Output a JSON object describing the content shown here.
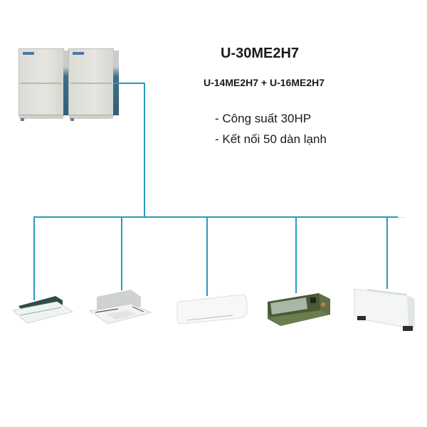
{
  "model": {
    "title": "U-30ME2H7",
    "combination": "U-14ME2H7 + U-16ME2H7",
    "specs": [
      "- Công suất 30HP",
      "- Kết nối 50 dàn lạnh"
    ]
  },
  "outdoor_units": [
    {
      "label": "outdoor-unit-1"
    },
    {
      "label": "outdoor-unit-2"
    }
  ],
  "indoor_units": [
    {
      "type": "1-way-cassette"
    },
    {
      "type": "4-way-cassette"
    },
    {
      "type": "wall-mounted"
    },
    {
      "type": "ducted"
    },
    {
      "type": "floor-standing"
    }
  ],
  "continuation": "...",
  "colors": {
    "pipe": "#2a9bbb",
    "text": "#1a1a1a"
  }
}
